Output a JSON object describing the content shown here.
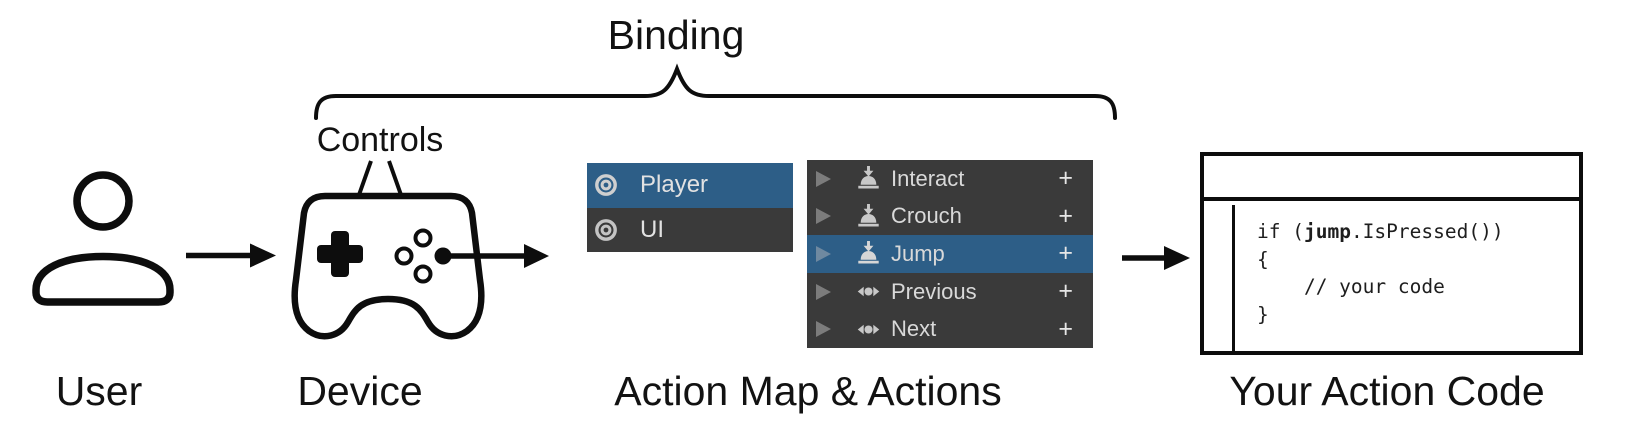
{
  "labels": {
    "binding": "Binding",
    "controls": "Controls",
    "user": "User",
    "device": "Device",
    "action_map": "Action Map & Actions",
    "action_code": "Your Action Code"
  },
  "action_map_panel": {
    "items": [
      {
        "label": "Player",
        "selected": true
      },
      {
        "label": "UI",
        "selected": false
      }
    ]
  },
  "actions_panel": {
    "add_label": "+",
    "items": [
      {
        "label": "Interact",
        "icon": "button-press-icon",
        "selected": false
      },
      {
        "label": "Crouch",
        "icon": "button-press-icon",
        "selected": false
      },
      {
        "label": "Jump",
        "icon": "button-press-icon",
        "selected": true
      },
      {
        "label": "Previous",
        "icon": "axis-icon",
        "selected": false
      },
      {
        "label": "Next",
        "icon": "axis-icon",
        "selected": false
      }
    ]
  },
  "code_panel": {
    "line1_prefix": "if (",
    "line1_bold": "jump",
    "line1_suffix": ".IsPressed())",
    "line2": "{",
    "line3": "    // your code",
    "line4": "}"
  },
  "colors": {
    "selection_blue": "#2d5e87",
    "panel_dark": "#3a3a3a",
    "icon_gray": "#c8c8c8",
    "stroke_black": "#0d0d0d",
    "background": "#ffffff"
  }
}
